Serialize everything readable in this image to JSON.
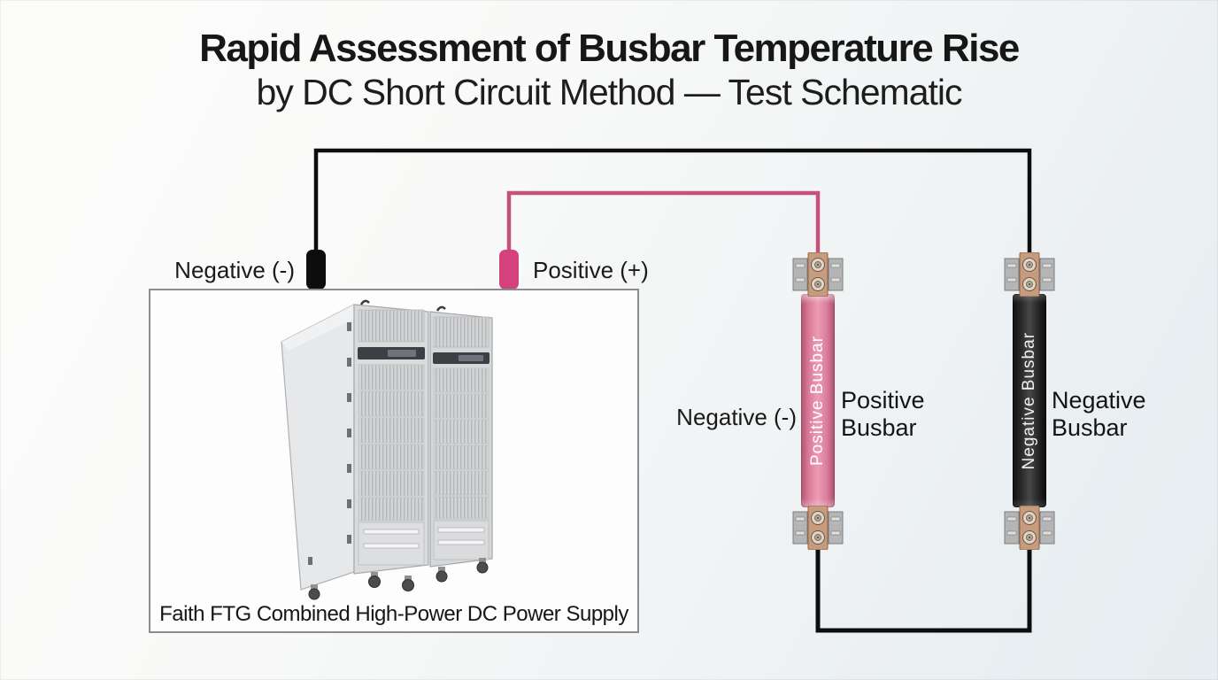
{
  "title": {
    "line1": "Rapid Assessment of Busbar Temperature Rise",
    "line2": "by DC Short Circuit Method — Test Schematic"
  },
  "power_supply": {
    "caption": "Faith FTG Combined High-Power DC Power Supply",
    "negative_terminal": {
      "label": "Negative (-)",
      "color": "#0d0d0d"
    },
    "positive_terminal": {
      "label": "Positive (+)",
      "color": "#d4417d"
    }
  },
  "wires": {
    "negative_supply_color": "#0d0d0d",
    "positive_supply_color": "#c3537b",
    "short_circuit_color": "#0d0d0d"
  },
  "busbars": {
    "positive": {
      "on_bar_label": "Positive Busbar",
      "side_label": "Positive\nBusbar",
      "adjacent_label": "Negative (-)",
      "color": "#dd7f9b"
    },
    "negative": {
      "on_bar_label": "Negative Busbar",
      "side_label": "Negative\nBusbar",
      "color": "#262626"
    }
  }
}
